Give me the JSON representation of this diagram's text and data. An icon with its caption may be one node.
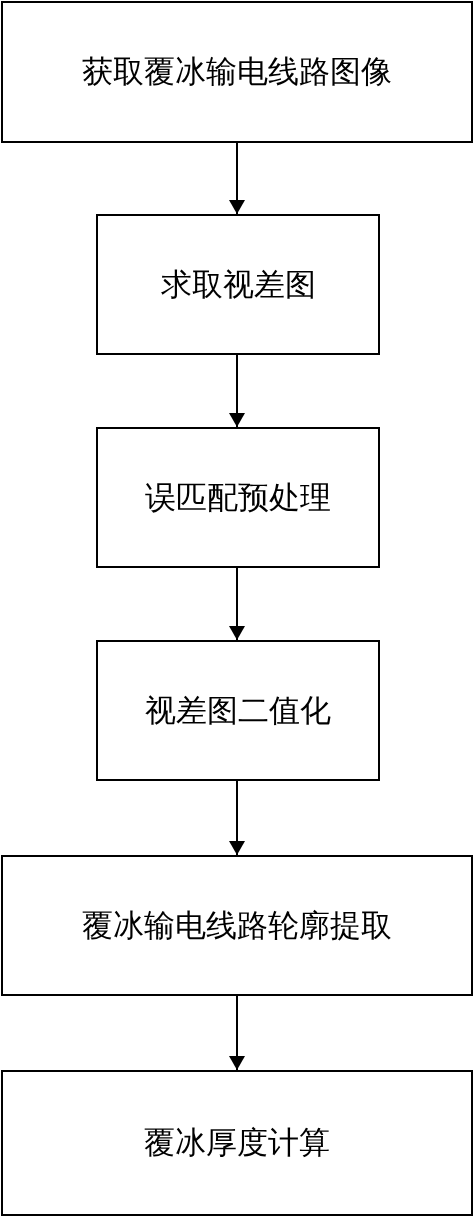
{
  "diagram": {
    "nodes": [
      {
        "text": [
          "获取覆冰输电线路图像"
        ]
      },
      {
        "text": [
          "求取视差图"
        ]
      },
      {
        "text": [
          "误匹配预处理"
        ]
      },
      {
        "text": [
          "视差图二值化"
        ]
      },
      {
        "text": [
          "覆冰输电线路轮廓提取"
        ]
      },
      {
        "text": [
          "覆冰厚度计算"
        ]
      }
    ],
    "edges": [
      {
        "from": 0,
        "to": 1,
        "arrow": "to"
      },
      {
        "from": 1,
        "to": 2,
        "arrow": "to"
      },
      {
        "from": 2,
        "to": 3,
        "arrow": "to"
      },
      {
        "from": 3,
        "to": 4,
        "arrow": "to"
      },
      {
        "from": 4,
        "to": 5,
        "arrow": "to"
      }
    ]
  }
}
